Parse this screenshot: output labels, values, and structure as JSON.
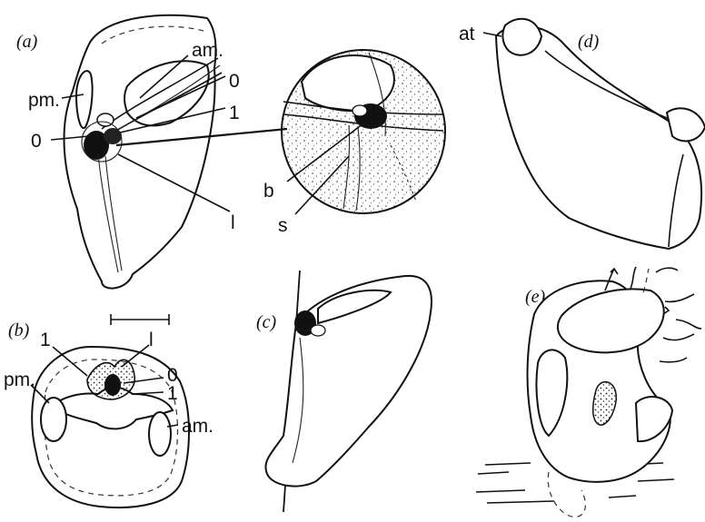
{
  "panels": {
    "a": "(a)",
    "b": "(b)",
    "c": "(c)",
    "d": "(d)",
    "e": "(e)"
  },
  "labels": {
    "am_a": "am.",
    "pm_a": "pm.",
    "zero_a_right": "0",
    "one_a": "1",
    "zero_a_left": "0",
    "l_a": "l",
    "b_inset": "b",
    "s_inset": "s",
    "at_d": "at",
    "one_b_left": "1",
    "l_b": "l",
    "zero_b": "0",
    "one_b_right": "1",
    "pm_b": "pm.",
    "am_b": "am."
  }
}
